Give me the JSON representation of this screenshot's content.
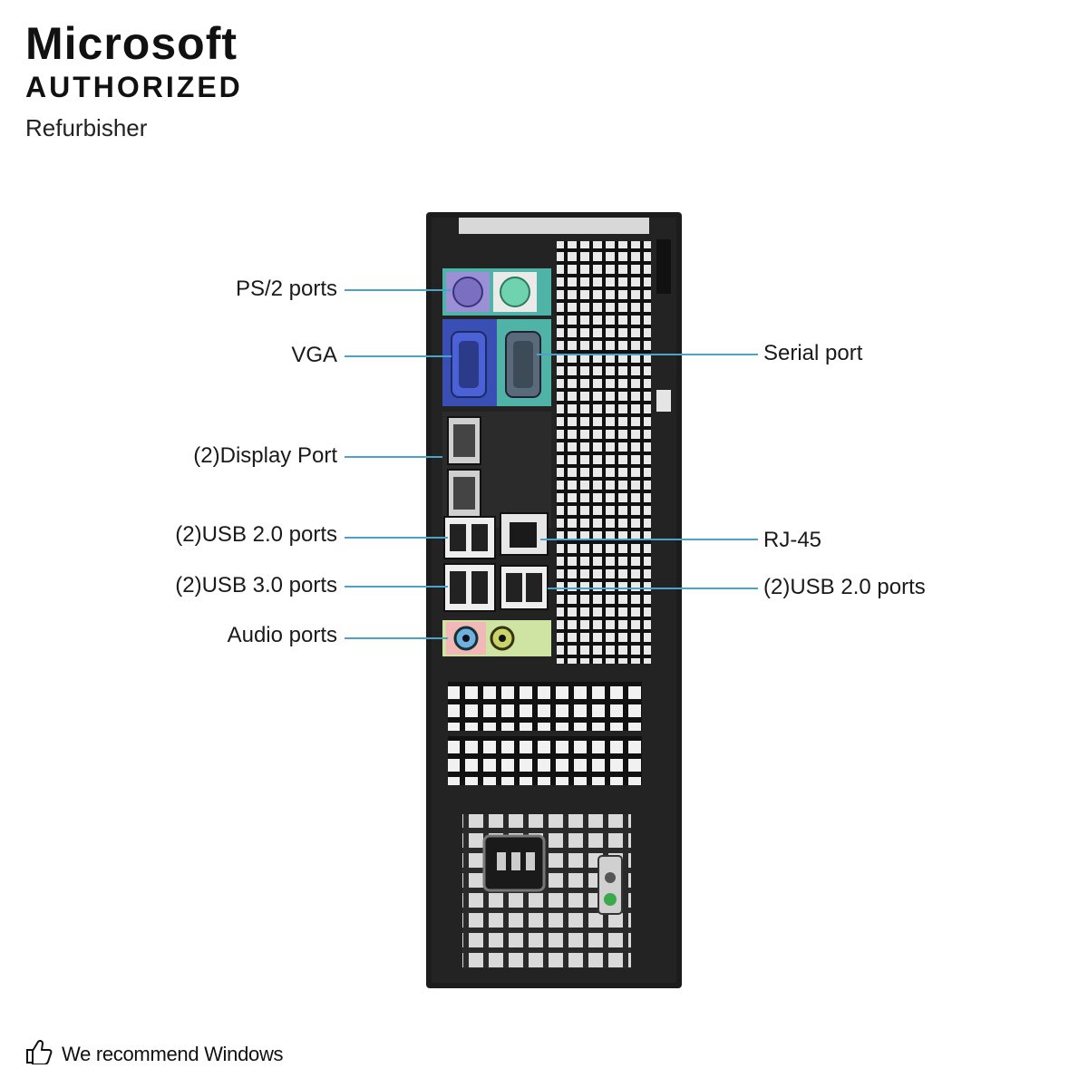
{
  "brand": {
    "line1": "Microsoft",
    "line2": "AUTHORIZED",
    "line3": "Refurbisher"
  },
  "callouts": {
    "left": [
      {
        "id": "ps2",
        "text": "PS/2 ports"
      },
      {
        "id": "vga",
        "text": "VGA"
      },
      {
        "id": "displayport",
        "text": "(2)Display Port"
      },
      {
        "id": "usb20-left",
        "text": "(2)USB 2.0 ports"
      },
      {
        "id": "usb30",
        "text": "(2)USB 3.0 ports"
      },
      {
        "id": "audio",
        "text": "Audio ports"
      }
    ],
    "right": [
      {
        "id": "serial",
        "text": "Serial port"
      },
      {
        "id": "rj45",
        "text": "RJ-45"
      },
      {
        "id": "usb20-right",
        "text": "(2)USB 2.0 ports"
      }
    ]
  },
  "footer": {
    "icon": "thumbs-up-icon",
    "text": "We recommend Windows"
  },
  "colors": {
    "leader": "#4ba3c7",
    "chassis": "#1c1c1c",
    "ps2_mouse": "#9b8fd6",
    "ps2_keyboard": "#6fd3b0",
    "vga": "#3a4fb3",
    "serial": "#4fb3a8",
    "audio_panel": "#cfe3a3"
  }
}
